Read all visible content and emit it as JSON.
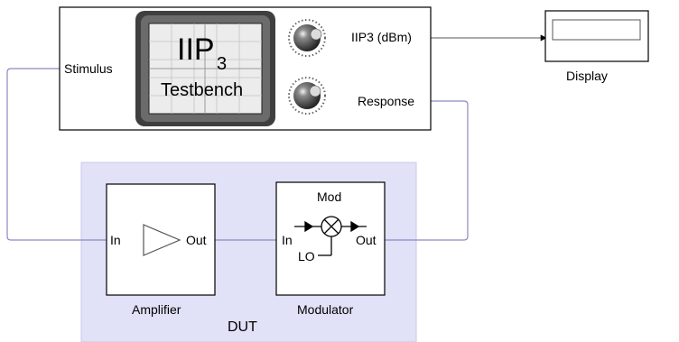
{
  "colors": {
    "background": "#ffffff",
    "dut_region": "#e1e1f7",
    "dut_border": "#c9c9ea",
    "signal_line": "#8a8ac2",
    "block_border": "#000000",
    "scope_frame": "#555555",
    "scope_screen": "#ececec"
  },
  "testbench": {
    "title_main": "IIP",
    "title_sub": "3",
    "title_line2": "Testbench",
    "port_stimulus": "Stimulus",
    "port_iip3": "IIP3 (dBm)",
    "port_response": "Response"
  },
  "display": {
    "label": "Display",
    "value": ""
  },
  "dut": {
    "label": "DUT"
  },
  "amplifier": {
    "label": "Amplifier",
    "port_in": "In",
    "port_out": "Out",
    "icon": "amplifier-triangle-icon"
  },
  "modulator": {
    "label": "Modulator",
    "title": "Mod",
    "port_in": "In",
    "port_out": "Out",
    "port_lo": "LO",
    "icon": "mixer-icon"
  }
}
